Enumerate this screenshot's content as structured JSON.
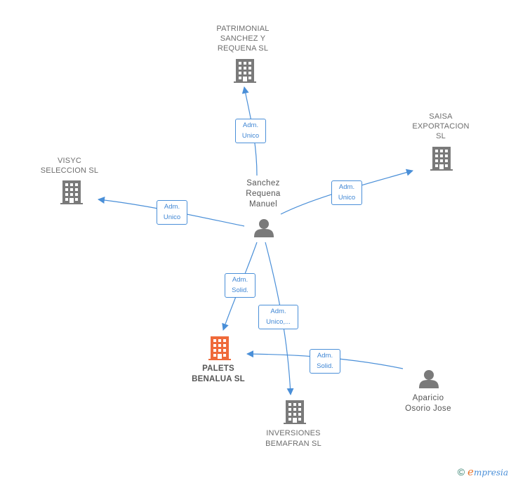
{
  "companies": {
    "patrimonial": "PATRIMONIAL\nSANCHEZ Y\nREQUENA SL",
    "saisa": "SAISA\nEXPORTACION\nSL",
    "visyc": "VISYC\nSELECCION SL",
    "palets": "PALETS\nBENALUA  SL",
    "inversiones": "INVERSIONES\nBEMAFRAN SL"
  },
  "persons": {
    "sanchez": "Sanchez\nRequena\nManuel",
    "aparicio": "Aparicio\nOsorio Jose"
  },
  "relations": {
    "to_patrimonial": "Adm.\nUnico",
    "to_saisa": "Adm.\nUnico",
    "to_visyc": "Adm.\nUnico",
    "to_palets": "Adm.\nSolid.",
    "to_inversiones": "Adm.\nUnico,...",
    "aparicio_to_palets": "Adm.\nSolid."
  },
  "colors": {
    "edge": "#4a8fd8",
    "company_icon": "#7a7a7a",
    "focus_company_icon": "#ef6a3a",
    "person_icon": "#7a7a7a"
  },
  "brand": {
    "copyright": "©",
    "e": "e",
    "rest": "mpresia"
  }
}
